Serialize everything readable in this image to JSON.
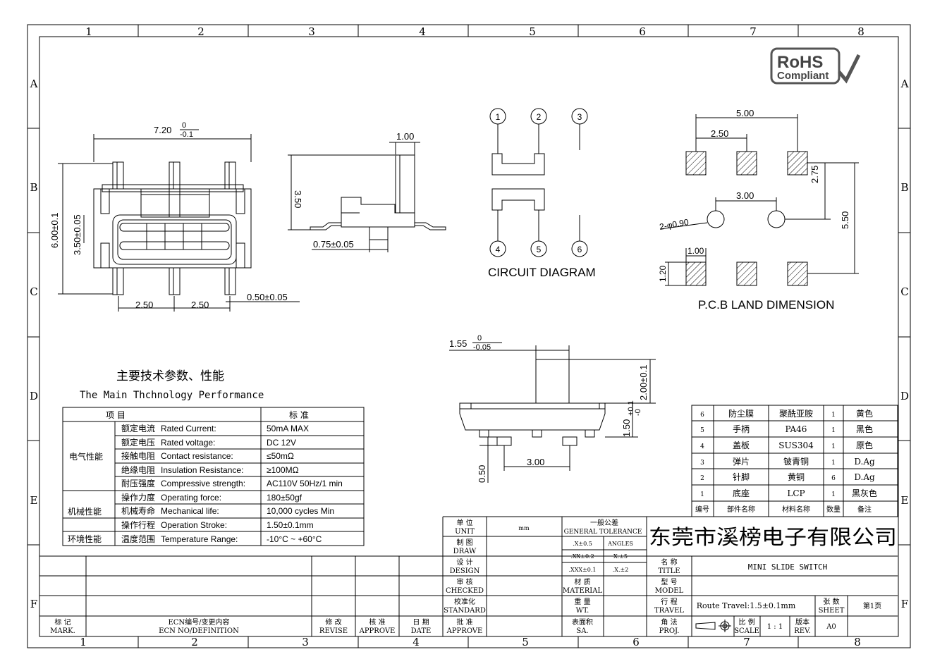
{
  "frame": {
    "col_labels": [
      "1",
      "2",
      "3",
      "4",
      "5",
      "6",
      "7",
      "8"
    ],
    "row_labels": [
      "A",
      "B",
      "C",
      "D",
      "E",
      "F"
    ]
  },
  "logo": {
    "line1": "RoHS",
    "line2": "Compliant"
  },
  "top_view": {
    "width_dim": "7.20",
    "width_tol_upper": "0",
    "width_tol_lower": "-0.1",
    "height_dim": "6.00±0.1",
    "inner_height_dim": "3.50±0.05",
    "pitch1": "2.50",
    "pitch2": "2.50",
    "pin_width": "0.50±0.05"
  },
  "side_view": {
    "top_width": "1.00",
    "height": "3.50",
    "thickness": "0.75±0.05"
  },
  "circuit": {
    "pins_top": [
      "1",
      "2",
      "3"
    ],
    "pins_bottom": [
      "4",
      "5",
      "6"
    ],
    "title": "CIRCUIT DIAGRAM"
  },
  "pcb": {
    "dim_total": "5.00",
    "dim_pitch": "2.50",
    "dim_hole_span": "3.00",
    "dim_v1": "2.75",
    "dim_v2": "5.50",
    "holes": "2-φ0.90",
    "pad_w": "1.00",
    "pad_h": "1.20",
    "title": "P.C.B LAND DIMENSION"
  },
  "front_view": {
    "knob_w": "1.55",
    "knob_tol_upper": "0",
    "knob_tol_lower": "-0.05",
    "knob_h": "2.00±0.1",
    "body_h": "1.50",
    "body_tol_upper": "+0.1",
    "body_tol_lower": "-0",
    "pin_span": "3.00",
    "pin_h": "0.50"
  },
  "performance": {
    "title_cn": "主要技术参数、性能",
    "title_en": "The Main Thchnology Performance",
    "header": [
      "项    目",
      "标    准"
    ],
    "groups": [
      {
        "name": "电气性能",
        "rows": [
          [
            "额定电流",
            "Rated Current:",
            "50mA MAX"
          ],
          [
            "额定电压",
            "Rated voltage:",
            "DC 12V"
          ],
          [
            "接触电阻",
            "Contact resistance:",
            "≤50mΩ"
          ],
          [
            "绝缘电阻",
            "Insulation Resistance:",
            "≥100MΩ"
          ],
          [
            "耐压强度",
            "Compressive strength:",
            "AC110V  50Hz/1 min"
          ]
        ]
      },
      {
        "name": "机械性能",
        "rows": [
          [
            "操作力度",
            "Operating force:",
            "180±50gf"
          ],
          [
            "机械寿命",
            "Mechanical life:",
            "10,000 cycles Min"
          ],
          [
            "操作行程",
            "Operation Stroke:",
            "1.50±0.1mm"
          ]
        ]
      },
      {
        "name": "环境性能",
        "rows": [
          [
            "温度范围",
            "Temperature Range:",
            "-10°C ~ +60°C"
          ]
        ]
      }
    ]
  },
  "bom": {
    "rows": [
      [
        "6",
        "防尘膜",
        "聚酰亚胺",
        "1",
        "黄色"
      ],
      [
        "5",
        "手柄",
        "PA46",
        "1",
        "黑色"
      ],
      [
        "4",
        "盖板",
        "SUS304",
        "1",
        "原色"
      ],
      [
        "3",
        "弹片",
        "铍青铜",
        "1",
        "D.Ag"
      ],
      [
        "2",
        "针脚",
        "黄铜",
        "6",
        "D.Ag"
      ],
      [
        "1",
        "底座",
        "LCP",
        "1",
        "黑灰色"
      ]
    ],
    "header": [
      "编号",
      "部件名称",
      "材料名称",
      "数量",
      "备注"
    ]
  },
  "title_block": {
    "unit_label_cn": "单  位",
    "unit_label_en": "UNIT",
    "unit_value": "mm",
    "tol_cn": "一般公差",
    "tol_en": "GENERAL TOLERANCE",
    "tol_rows": [
      [
        ".X±0.5",
        "ANGLES"
      ],
      [
        ".XX±0.2",
        "X.±5"
      ],
      [
        ".XXX±0.1",
        ".X.±2"
      ]
    ],
    "company": "东莞市溪榜电子有限公司",
    "draw_cn": "制  图",
    "draw_en": "DRAW",
    "design_cn": "设  计",
    "design_en": "DESIGN",
    "checked_cn": "审  核",
    "checked_en": "CHECKED",
    "standard_cn": "校准化",
    "standard_en": "STANDARD",
    "approve_cn": "批  准",
    "approve_en": "APPROVE",
    "material_cn": "材  质",
    "material_en": "MATERIAL",
    "weight_cn": "重  量",
    "weight_en": "WT.",
    "surface_cn": "表面积",
    "surface_en": "SA.",
    "title_cn": "名  称",
    "title_en": "TITLE",
    "title_value": "MINI SLIDE SWITCH",
    "model_cn": "型  号",
    "model_en": "MODEL",
    "travel_cn": "行  程",
    "travel_en": "TRAVEL",
    "travel_value": "Route Travel:1.5±0.1mm",
    "sheet_cn": "张  数",
    "sheet_en": "SHEET",
    "sheet_value": "第1页",
    "proj_cn": "角  法",
    "proj_en": "PROJ.",
    "scale_cn": "比  例",
    "scale_en": "SCALE",
    "scale_value": "1 : 1",
    "rev_cn": "版本",
    "rev_en": "REV.",
    "rev_value": "A0",
    "mark_cn": "标  记",
    "mark_en": "MARK.",
    "ecn_cn": "ECN编号/变更内容",
    "ecn_en": "ECN NO/DEFINITION",
    "revise_cn": "修  改",
    "revise_en": "REVISE",
    "approve2_cn": "核  准",
    "approve2_en": "APPROVE",
    "date_cn": "日  期",
    "date_en": "DATE"
  }
}
